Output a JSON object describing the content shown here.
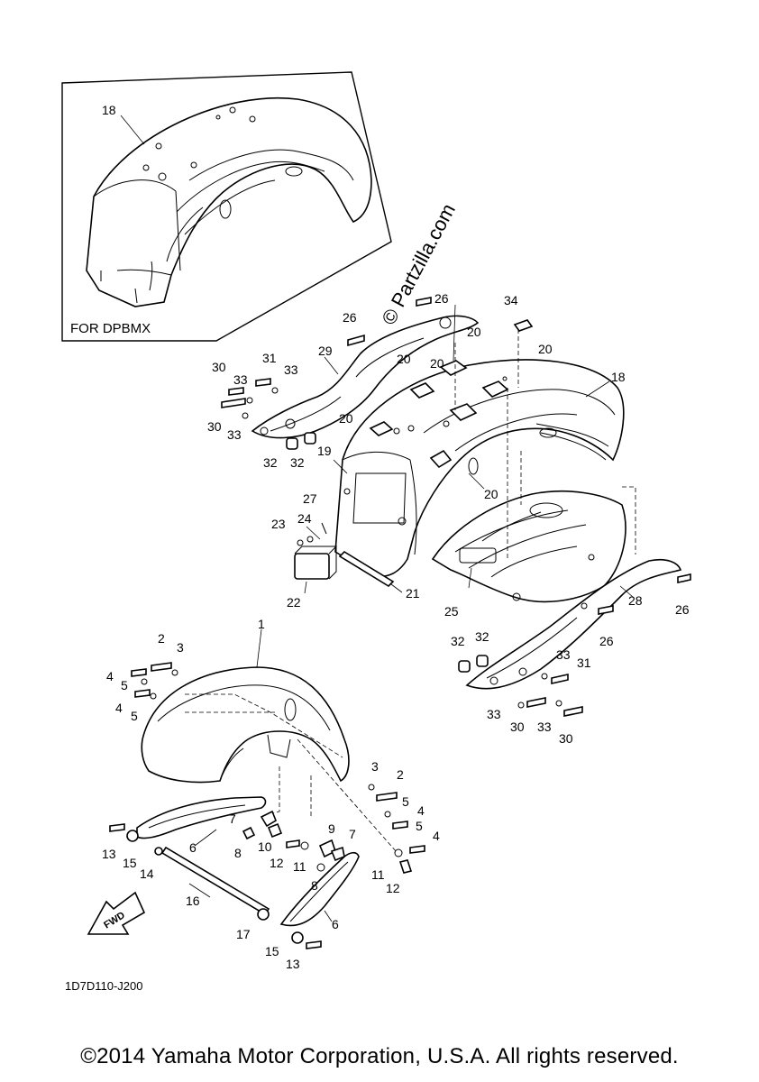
{
  "inset": {
    "caption": "FOR DPBMX",
    "callout": "18"
  },
  "watermark": "© Partzilla.com",
  "diagram_code": "1D7D110-J200",
  "fwd_label": "FWD",
  "copyright": "©2014 Yamaha Motor Corporation, U.S.A. All rights reserved.",
  "callouts": {
    "c1": "1",
    "c2": "2",
    "c3": "3",
    "c4": "4",
    "c5": "5",
    "c6": "6",
    "c7": "7",
    "c8": "8",
    "c9": "9",
    "c10": "10",
    "c11": "11",
    "c12": "12",
    "c13": "13",
    "c14": "14",
    "c15": "15",
    "c16": "16",
    "c17": "17",
    "c18": "18",
    "c19": "19",
    "c20": "20",
    "c21": "21",
    "c22": "22",
    "c23": "23",
    "c24": "24",
    "c25": "25",
    "c26": "26",
    "c27": "27",
    "c28": "28",
    "c29": "29",
    "c30": "30",
    "c31": "31",
    "c32": "32",
    "c33": "33",
    "c34": "34"
  }
}
